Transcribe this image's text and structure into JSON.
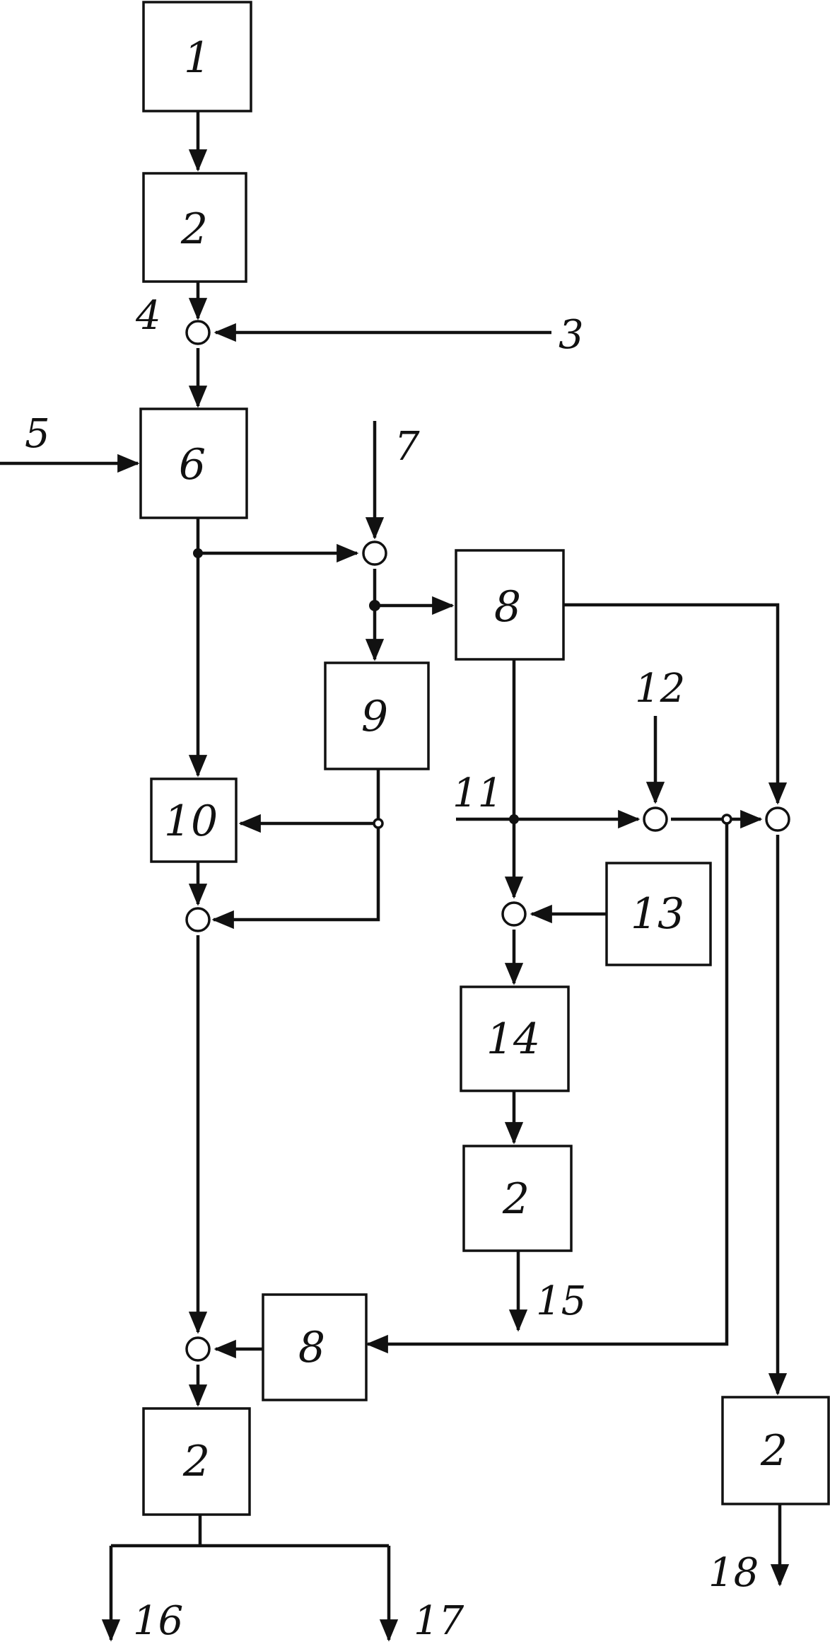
{
  "diagram": {
    "boxes": {
      "b1": "1",
      "b2_top": "2",
      "b6": "6",
      "b8_top": "8",
      "b9": "9",
      "b10": "10",
      "b13": "13",
      "b14": "14",
      "b2_mid": "2",
      "b8_bottom": "8",
      "b2_bottom": "2",
      "b2_right": "2"
    },
    "labels": {
      "l3": "3",
      "l4": "4",
      "l5": "5",
      "l7": "7",
      "l11": "11",
      "l12": "12",
      "l15": "15",
      "l16": "16",
      "l17": "17",
      "l18": "18"
    }
  }
}
